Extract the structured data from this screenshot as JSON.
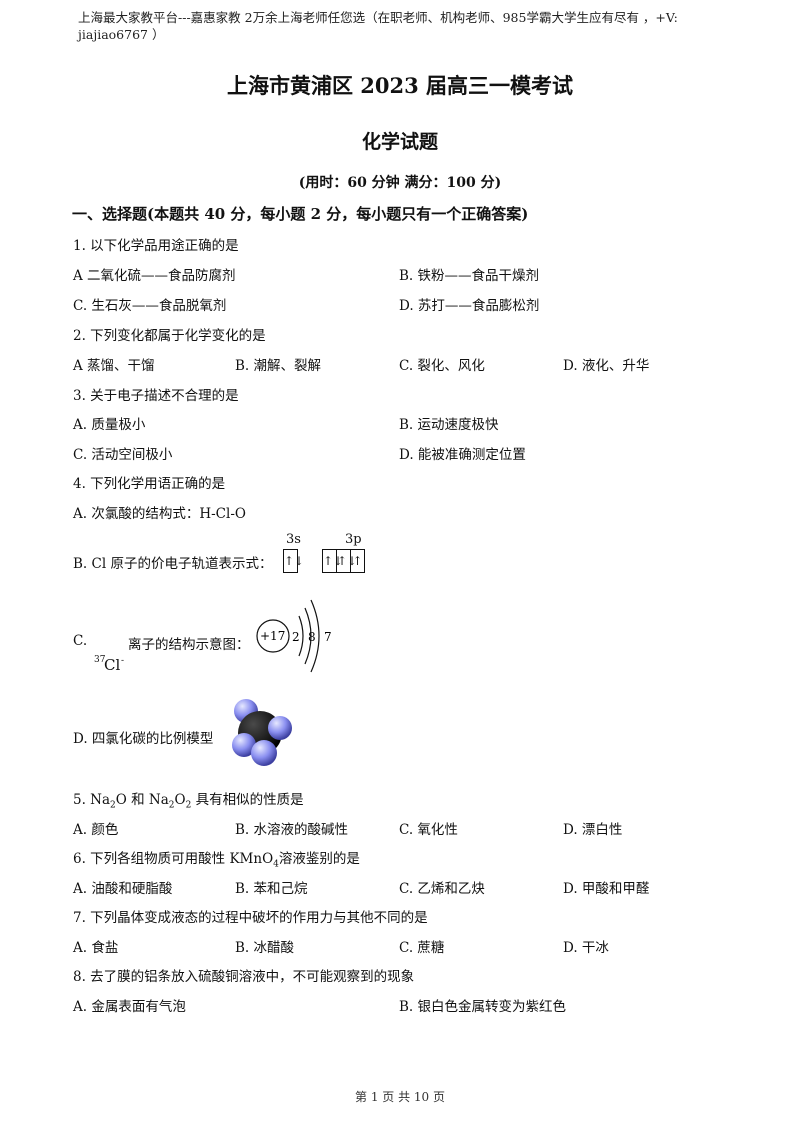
{
  "header": {
    "line1": "上海最大家教平台---嘉惠家教   2万余上海老师任您选（在职老师、机构老师、985学霸大学生应有尽有  ，+V:",
    "line2": "jiajiao6767 ）"
  },
  "title": {
    "main": "上海市黄浦区 2023 届高三一模考试",
    "subject": "化学试题",
    "time": "(用时：60 分钟      满分：100 分)"
  },
  "section": "一、选择题(本题共 40 分，每小题 2 分，每小题只有一个正确答案)",
  "q1": {
    "stem": "1. 以下化学品用途正确的是",
    "a": "A  二氧化硫——食品防腐剂",
    "b": "B. 铁粉——食品干燥剂",
    "c": "C. 生石灰——食品脱氧剂",
    "d": "D. 苏打——食品膨松剂"
  },
  "q2": {
    "stem": "2. 下列变化都属于化学变化的是",
    "a": "A  蒸馏、干馏",
    "b": "B. 潮解、裂解",
    "c": "C. 裂化、风化",
    "d": "D. 液化、升华"
  },
  "q3": {
    "stem": "3. 关于电子描述不合理的是",
    "a": "A. 质量极小",
    "b": "B. 运动速度极快",
    "c": "C. 活动空间极小",
    "d": "D. 能被准确测定位置"
  },
  "q4": {
    "stem": "4. 下列化学用语正确的是",
    "a": "A. 次氯酸的结构式：H-Cl-O",
    "b": "B. Cl 原子的价电子轨道表示式：",
    "orb_s": "3s",
    "orb_p": "3p",
    "c_prefix": "C.",
    "c": "离子的结构示意图：",
    "c_isotope": "37",
    "c_ion": "Cl",
    "c_charge": "-",
    "nucleus": "+17",
    "shell1": "2",
    "shell2": "8",
    "shell3": "7",
    "d": "D. 四氯化碳的比例模型"
  },
  "q5": {
    "stem_p1": "5. Na",
    "stem_sub1": "2",
    "stem_p2": "O 和 Na",
    "stem_sub2": "2",
    "stem_p3": "O",
    "stem_sub3": "2",
    "stem_p4": " 具有相似的性质是",
    "a": "A. 颜色",
    "b": "B. 水溶液的酸碱性",
    "c": "C. 氧化性",
    "d": "D. 漂白性"
  },
  "q6": {
    "stem_p1": "6. 下列各组物质可用酸性 KMnO",
    "stem_sub": "4",
    "stem_p2": "溶液鉴别的是",
    "a": "A. 油酸和硬脂酸",
    "b": "B. 苯和己烷",
    "c": "C. 乙烯和乙炔",
    "d": "D. 甲酸和甲醛"
  },
  "q7": {
    "stem": "7. 下列晶体变成液态的过程中破坏的作用力与其他不同的是",
    "a": "A. 食盐",
    "b": "B. 冰醋酸",
    "c": "C. 蔗糖",
    "d": "D. 干冰"
  },
  "q8": {
    "stem": "8. 去了膜的铝条放入硫酸铜溶液中，不可能观察到的现象",
    "a": "A. 金属表面有气泡",
    "b": "B. 银白色金属转变为紫红色"
  },
  "footer": "第 1 页 共 10 页"
}
